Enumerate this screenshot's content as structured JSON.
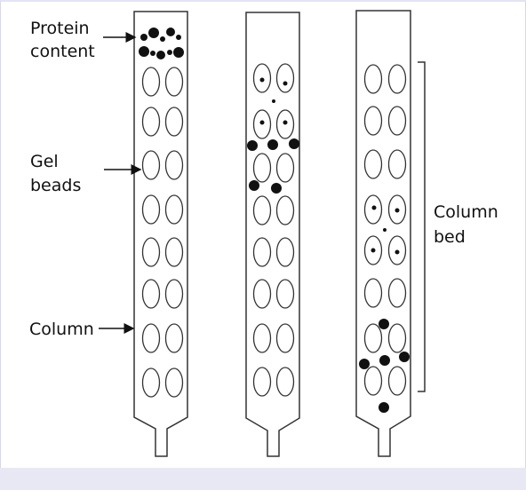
{
  "labels": {
    "protein_content": [
      "Protein",
      "content"
    ],
    "gel_beads": [
      "Gel",
      "beads"
    ],
    "column": "Column",
    "column_bed": [
      "Column",
      "bed"
    ]
  },
  "colors": {
    "stroke": "#333333",
    "protein": "#111111",
    "background": "#ffffff",
    "band": "#e8e8f5"
  }
}
